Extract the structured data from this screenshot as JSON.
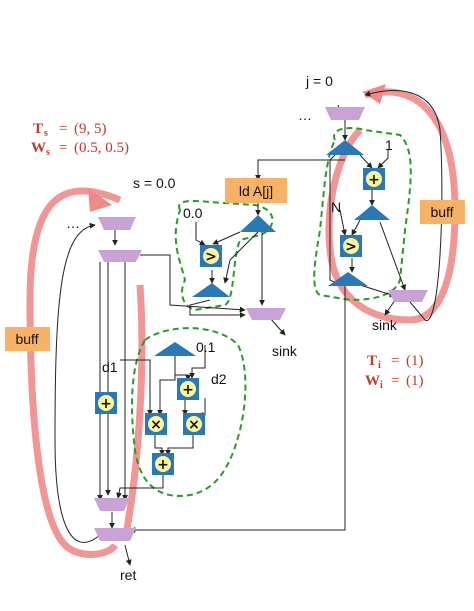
{
  "annotations": {
    "ts": "(9, 5)",
    "ws": "(0.5, 0.5)",
    "ti": "(1)",
    "wi": "(1)",
    "t_letter": "T",
    "w_letter": "W",
    "sub_s": "s",
    "sub_i": "i",
    "eq": "="
  },
  "labels": {
    "j_init": "j = 0",
    "s_init": "s = 0.0",
    "ellipsis_left": "…",
    "ellipsis_right": "…",
    "const_zero": "0.0",
    "const_one": "1",
    "const_n": "N",
    "const_point_one": "0.1",
    "d1": "d1",
    "d2": "d2",
    "sink_mid": "sink",
    "sink_right": "sink",
    "ret": "ret"
  },
  "boxes": {
    "load": "ld A[j]",
    "buff_left": "buff",
    "buff_right": "buff"
  },
  "ops": {
    "gt_mid": ">",
    "gt_right": ">",
    "add_right": "+",
    "add_d1": "+",
    "add_pt1": "+",
    "mul_left": "×",
    "mul_right": "×",
    "add_bottom": "+"
  },
  "colors": {
    "loop_red": "#f08a8a",
    "cluster_green": "#2a9a2a",
    "merge_purple": "#c9a3d6",
    "branch_blue": "#2a79b5",
    "buff_orange": "#f7b267",
    "op_fill": "#fff59a",
    "op_border": "#2a79b5",
    "annotation_red": "#c0392b"
  }
}
